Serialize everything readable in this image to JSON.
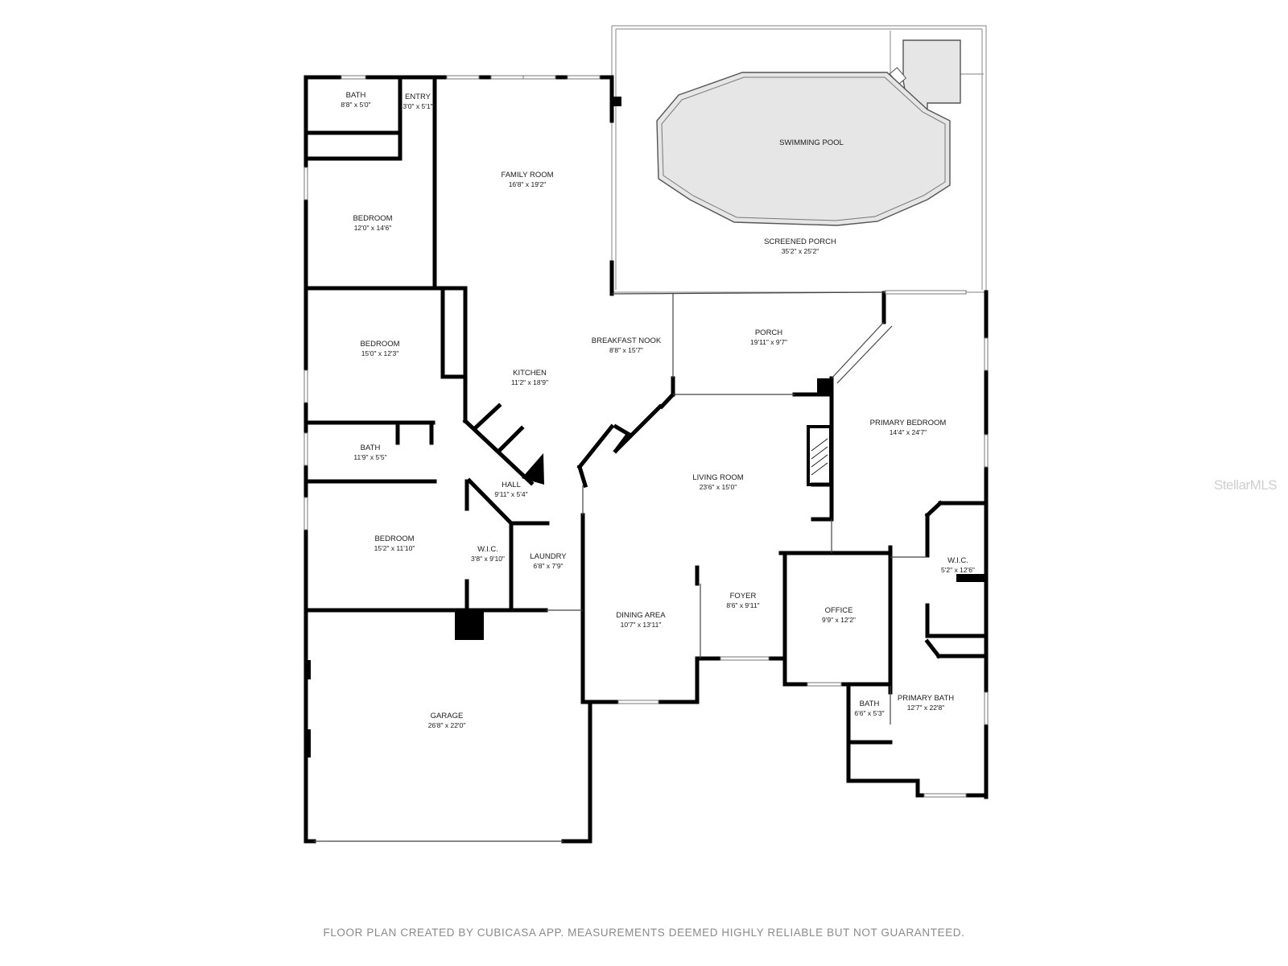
{
  "rooms": [
    {
      "key": "bath_nw",
      "name": "BATH",
      "dims": "8'8\" x 5'0\""
    },
    {
      "key": "entry",
      "name": "ENTRY",
      "dims": "3'0\" x 5'1\""
    },
    {
      "key": "family_room",
      "name": "FAMILY ROOM",
      "dims": "16'8\" x 19'2\""
    },
    {
      "key": "swimming_pool",
      "name": "SWIMMING POOL",
      "dims": ""
    },
    {
      "key": "screened_porch",
      "name": "SCREENED PORCH",
      "dims": "35'2\" x 25'2\""
    },
    {
      "key": "bedroom_1",
      "name": "BEDROOM",
      "dims": "12'0\" x 14'6\""
    },
    {
      "key": "bedroom_2",
      "name": "BEDROOM",
      "dims": "15'0\" x 12'3\""
    },
    {
      "key": "breakfast_nook",
      "name": "BREAKFAST NOOK",
      "dims": "8'8\" x 15'7\""
    },
    {
      "key": "porch",
      "name": "PORCH",
      "dims": "19'11\" x 9'7\""
    },
    {
      "key": "kitchen",
      "name": "KITCHEN",
      "dims": "11'2\" x 18'9\""
    },
    {
      "key": "primary_bedroom",
      "name": "PRIMARY BEDROOM",
      "dims": "14'4\" x 24'7\""
    },
    {
      "key": "bath_mid",
      "name": "BATH",
      "dims": "11'9\" x 5'5\""
    },
    {
      "key": "living_room",
      "name": "LIVING ROOM",
      "dims": "23'6\" x 15'0\""
    },
    {
      "key": "hall",
      "name": "HALL",
      "dims": "9'11\" x 5'4\""
    },
    {
      "key": "bedroom_3",
      "name": "BEDROOM",
      "dims": "15'2\" x 11'10\""
    },
    {
      "key": "wic_1",
      "name": "W.I.C.",
      "dims": "3'8\" x 9'10\""
    },
    {
      "key": "laundry",
      "name": "LAUNDRY",
      "dims": "6'8\" x 7'9\""
    },
    {
      "key": "wic_2",
      "name": "W.I.C.",
      "dims": "5'2\" x 12'6\""
    },
    {
      "key": "foyer",
      "name": "FOYER",
      "dims": "8'6\" x 9'11\""
    },
    {
      "key": "dining_area",
      "name": "DINING AREA",
      "dims": "10'7\" x 13'11\""
    },
    {
      "key": "office",
      "name": "OFFICE",
      "dims": "9'9\" x 12'2\""
    },
    {
      "key": "bath_se",
      "name": "BATH",
      "dims": "6'6\" x 5'3\""
    },
    {
      "key": "primary_bath",
      "name": "PRIMARY BATH",
      "dims": "12'7\" x 22'8\""
    },
    {
      "key": "garage",
      "name": "GARAGE",
      "dims": "26'8\" x 22'0\""
    }
  ],
  "watermark": "StellarMLS",
  "disclaimer": "FLOOR PLAN CREATED BY CUBICASA APP. MEASUREMENTS DEEMED HIGHLY RELIABLE BUT NOT GUARANTEED.",
  "colors": {
    "wall": "#000000",
    "pool_fill": "#e6e6e6",
    "screen": "#9a9a9a",
    "disclaimer": "#8a8a8a",
    "watermark": "#cfcfcf"
  }
}
